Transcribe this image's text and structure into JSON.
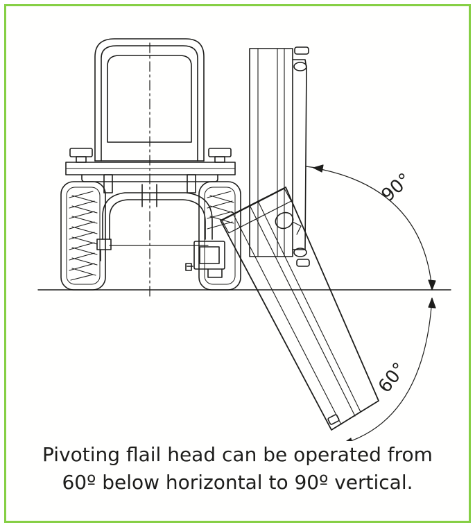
{
  "angles": {
    "upper": "90°",
    "lower": "60°"
  },
  "caption": {
    "line1": "Pivoting flail head can be operated from",
    "line2": "60º below horizontal to 90º vertical."
  },
  "colors": {
    "frame_border": "#86cf45",
    "line": "#1d1d1b"
  }
}
